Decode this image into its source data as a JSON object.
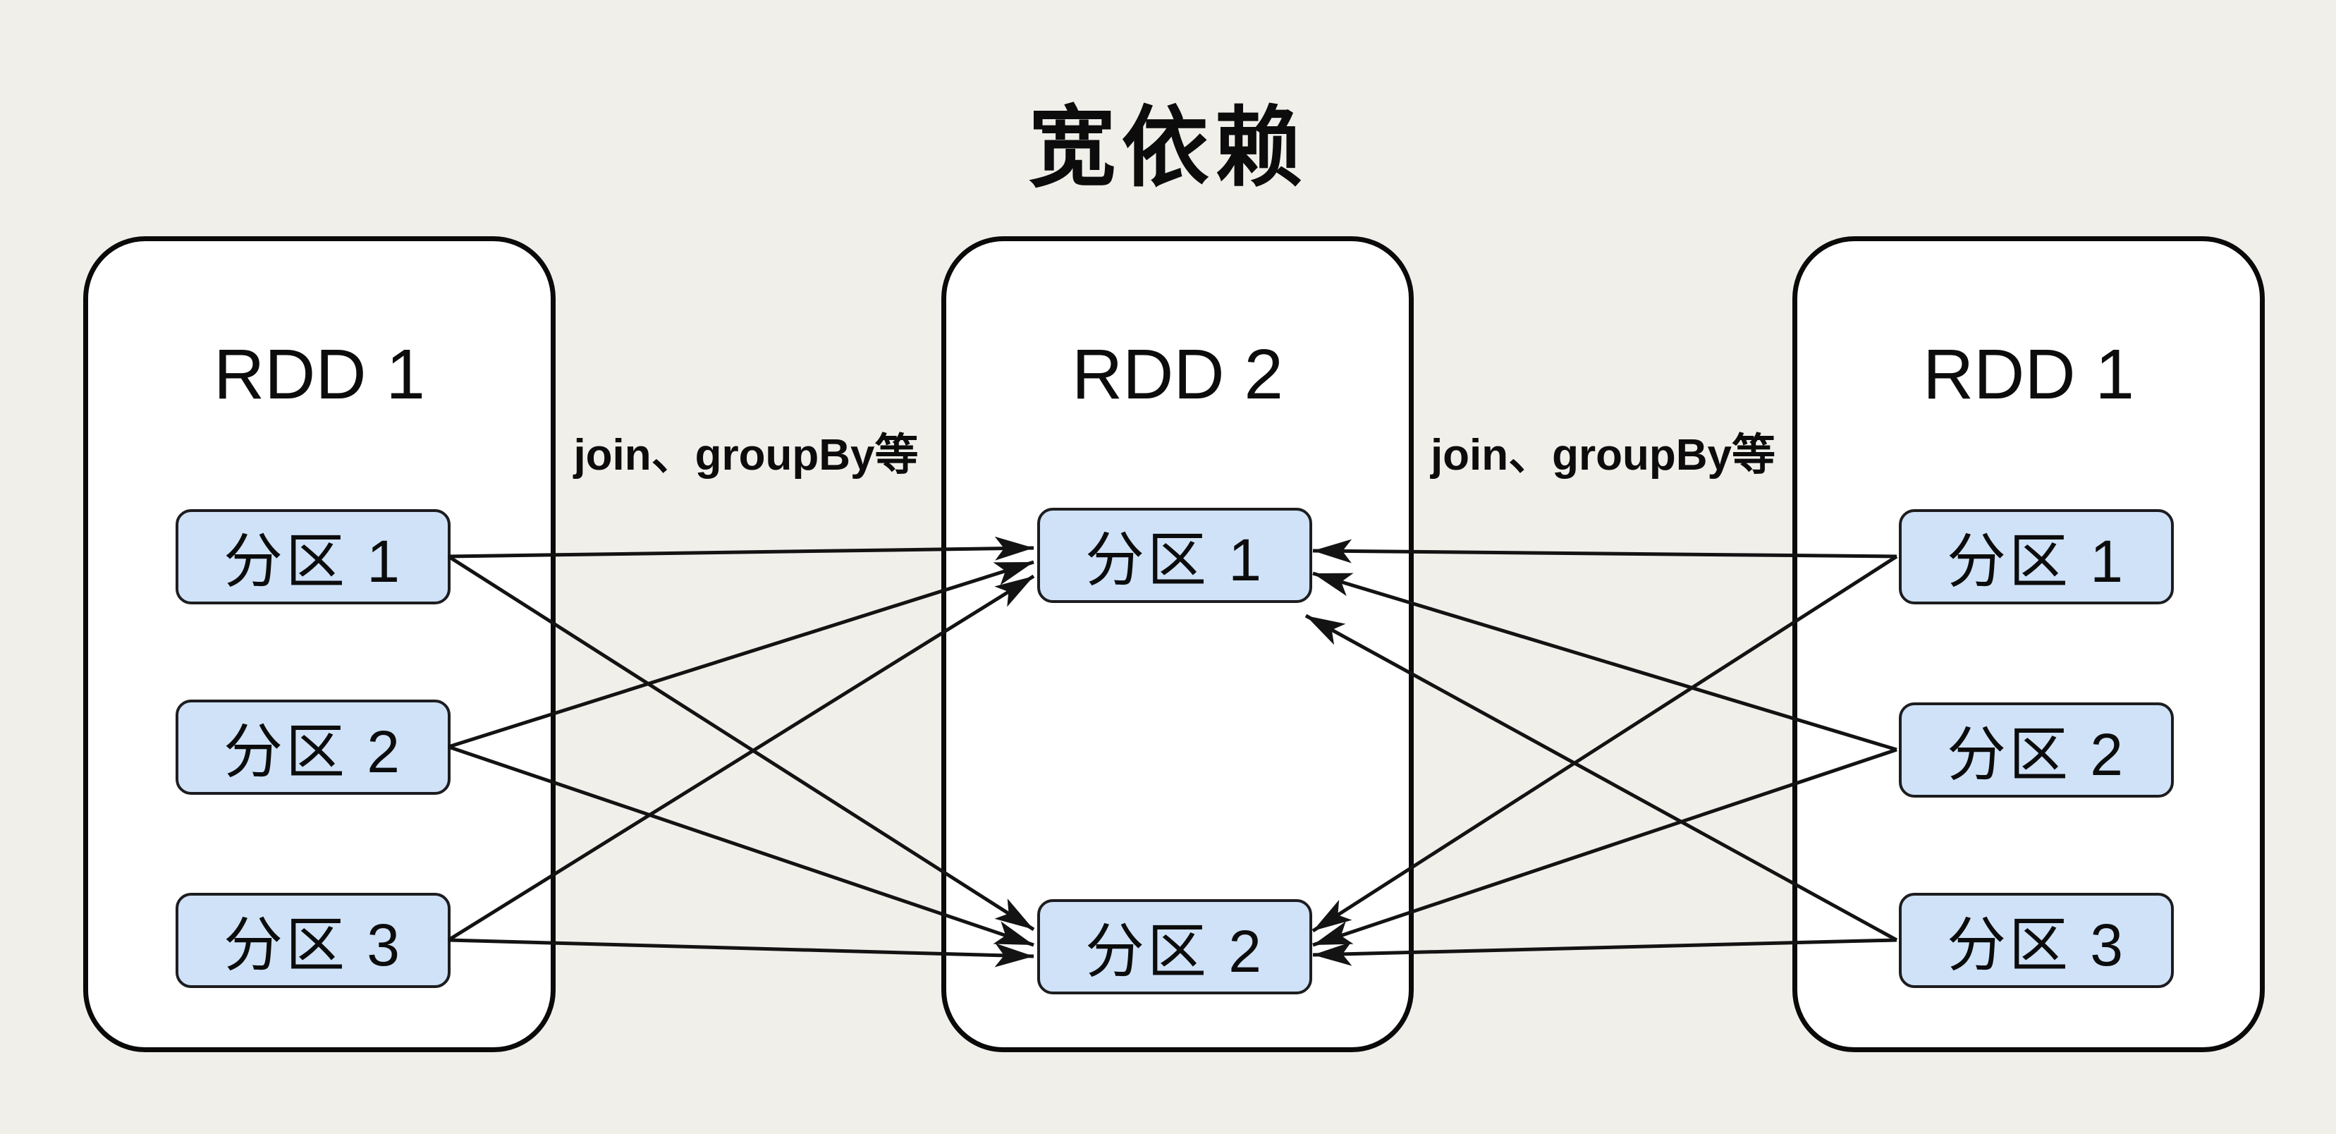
{
  "title": "宽依赖",
  "colors": {
    "background": "#f1efea",
    "container_fill": "#ffffff",
    "container_border": "#0a0a0a",
    "partition_fill": "#cfe2f8",
    "partition_border": "#1d1d20",
    "text": "#0c0c0c",
    "arrow": "#131313"
  },
  "containers": [
    {
      "id": "left",
      "label": "RDD 1",
      "partitions": [
        {
          "label": "分区 1"
        },
        {
          "label": "分区 2"
        },
        {
          "label": "分区 3"
        }
      ]
    },
    {
      "id": "middle",
      "label": "RDD 2",
      "partitions": [
        {
          "label": "分区 1"
        },
        {
          "label": "分区 2"
        }
      ]
    },
    {
      "id": "right",
      "label": "RDD 1",
      "partitions": [
        {
          "label": "分区 1"
        },
        {
          "label": "分区 2"
        },
        {
          "label": "分区 3"
        }
      ]
    }
  ],
  "edge_labels": [
    {
      "text": "join、groupBy等"
    },
    {
      "text": "join、groupBy等"
    }
  ],
  "edges": [
    {
      "from": "left.p1",
      "to": "middle.p1"
    },
    {
      "from": "left.p2",
      "to": "middle.p1"
    },
    {
      "from": "left.p3",
      "to": "middle.p1"
    },
    {
      "from": "left.p1",
      "to": "middle.p2"
    },
    {
      "from": "left.p2",
      "to": "middle.p2"
    },
    {
      "from": "left.p3",
      "to": "middle.p2"
    },
    {
      "from": "right.p1",
      "to": "middle.p1"
    },
    {
      "from": "right.p2",
      "to": "middle.p1"
    },
    {
      "from": "right.p3",
      "to": "middle.p1"
    },
    {
      "from": "right.p1",
      "to": "middle.p2"
    },
    {
      "from": "right.p2",
      "to": "middle.p2"
    },
    {
      "from": "right.p3",
      "to": "middle.p2"
    }
  ]
}
